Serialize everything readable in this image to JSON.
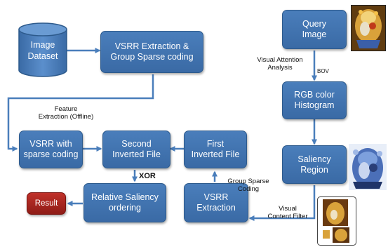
{
  "nodes": {
    "image_dataset": "Image\nDataset",
    "vsrr_extraction_group": "VSRR Extraction &\nGroup Sparse coding",
    "vsrr_sparse": "VSRR with\nsparse coding",
    "second_inverted": "Second\nInverted File",
    "first_inverted": "First\nInverted File",
    "relative_saliency": "Relative Saliency\nordering",
    "result": "Result",
    "vsrr_extraction": "VSRR\nExtraction",
    "query_image": "Query\nImage",
    "rgb_histogram": "RGB color\nHistogram",
    "saliency_region": "Saliency\nRegion"
  },
  "edge_labels": {
    "feature_extraction": "Feature\nExtraction (Offline)",
    "xor": "XOR",
    "group_sparse": "Group Sparse\nCoding",
    "visual_attention": "Visual Attention\nAnalysis",
    "bov": "BOV",
    "visual_content_filter": "Visual\nContent Filter"
  },
  "colors": {
    "box_fill": "#4a7ebb",
    "box_border": "#2d5a8c",
    "arrow": "#4a7ebb",
    "result_fill": "#b0261f"
  }
}
